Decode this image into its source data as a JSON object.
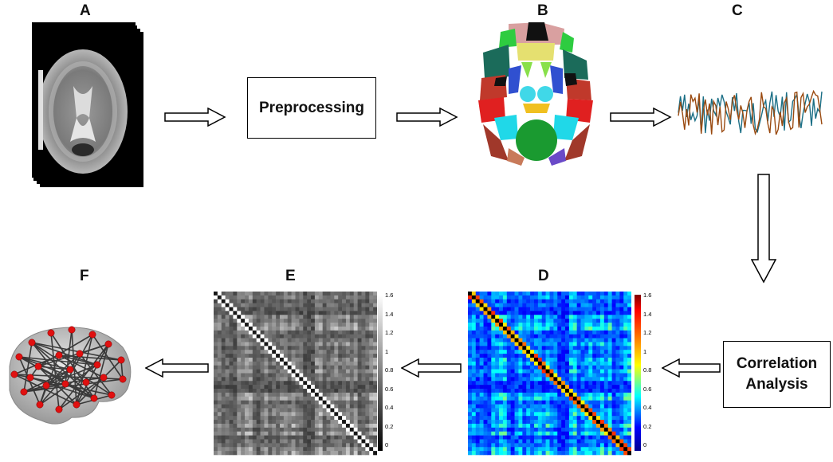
{
  "labels": {
    "a": "A",
    "b": "B",
    "c": "C",
    "d": "D",
    "e": "E",
    "f": "F"
  },
  "boxes": {
    "preprocessing": "Preprocessing",
    "correlation_line1": "Correlation",
    "correlation_line2": "Analysis"
  },
  "colorbar_ticks": [
    "1.6",
    "1.4",
    "1.2",
    "1",
    "0.8",
    "0.6",
    "0.4",
    "0.2",
    "0"
  ],
  "icons": [
    "mri-slice-image",
    "brain-atlas-image",
    "time-series-image",
    "correlation-matrix-color",
    "correlation-matrix-gray",
    "brain-network-image"
  ],
  "colors": {
    "arrow": "#000000",
    "node": "#e01010",
    "series1": "#1b6f86",
    "series2": "#9a4a10"
  }
}
